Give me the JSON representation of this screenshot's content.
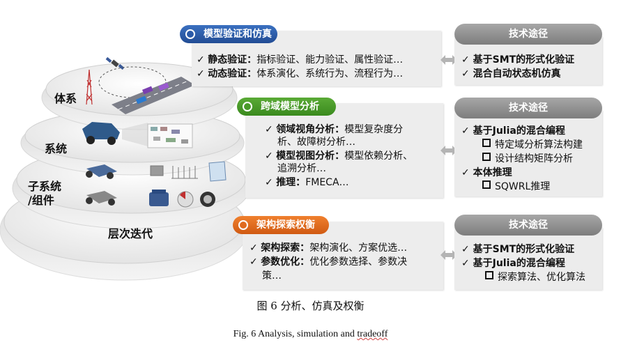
{
  "pyramid": {
    "levels": [
      "体系",
      "系统",
      "子系统\n/组件",
      "层次迭代"
    ],
    "level_lines": {
      "subsystem_1": "子系统",
      "subsystem_2": "/组件"
    }
  },
  "sections": [
    {
      "title": "模型验证和仿真",
      "color": "#2b5aa8",
      "lines": [
        {
          "check": "✓",
          "bold": "静态验证：",
          "text": "指标验证、能力验证、属性验证…"
        },
        {
          "check": "✓",
          "bold": "动态验证：",
          "text": "体系演化、系统行为、流程行为…"
        }
      ],
      "tech_head": "技术途径",
      "tech_lines": [
        {
          "kind": "check",
          "mark": "✓",
          "text": "基于SMT的形式化验证"
        },
        {
          "kind": "check",
          "mark": "✓",
          "text": "混合自动状态机仿真"
        }
      ]
    },
    {
      "title": "跨域模型分析",
      "color": "#4a9a2a",
      "lines": [
        {
          "check": "✓",
          "bold": "领域视角分析：",
          "text": "模型复杂度分"
        },
        {
          "check": "",
          "bold": "",
          "text": "析、故障树分析…"
        },
        {
          "check": "✓",
          "bold": "模型视图分析：",
          "text": "模型依赖分析、"
        },
        {
          "check": "",
          "bold": "",
          "text": "追溯分析…"
        },
        {
          "check": "✓",
          "bold": "推理：",
          "text": "FMECA…"
        }
      ],
      "tech_head": "技术途径",
      "tech_lines": [
        {
          "kind": "check",
          "mark": "✓",
          "text": "基于Julia的混合编程"
        },
        {
          "kind": "square",
          "mark": "",
          "text": "特定域分析算法构建"
        },
        {
          "kind": "square",
          "mark": "",
          "text": "设计结构矩阵分析"
        },
        {
          "kind": "check",
          "mark": "✓",
          "text": "本体推理"
        },
        {
          "kind": "square",
          "mark": "",
          "text": "SQWRL推理"
        }
      ]
    },
    {
      "title": "架构探索权衡",
      "color": "#e06a1e",
      "lines": [
        {
          "check": "✓",
          "bold": "架构探索：",
          "text": "架构演化、方案优选…"
        },
        {
          "check": "✓",
          "bold": "参数优化：",
          "text": "优化参数选择、参数决"
        },
        {
          "check": "",
          "bold": "",
          "text": "策…"
        }
      ],
      "tech_head": "技术途径",
      "tech_lines": [
        {
          "kind": "check",
          "mark": "✓",
          "text": "基于SMT的形式化验证"
        },
        {
          "kind": "check",
          "mark": "✓",
          "text": "基于Julia的混合编程"
        },
        {
          "kind": "square",
          "mark": "",
          "text": "探索算法、优化算法"
        }
      ]
    }
  ],
  "caption": {
    "cn": "图  6 分析、仿真及权衡",
    "en_prefix": "Fig. 6  Analysis, simulation and ",
    "en_last": "tradeoff"
  },
  "icons": [
    "satellite-icon",
    "tower-icon",
    "road-icon",
    "car-icon",
    "chassis-icon",
    "engine-icon",
    "brake-disc-icon",
    "wheel-icon",
    "parts-icon",
    "door-icon",
    "diagram-thumbnail-icon",
    "double-arrow-icon"
  ]
}
